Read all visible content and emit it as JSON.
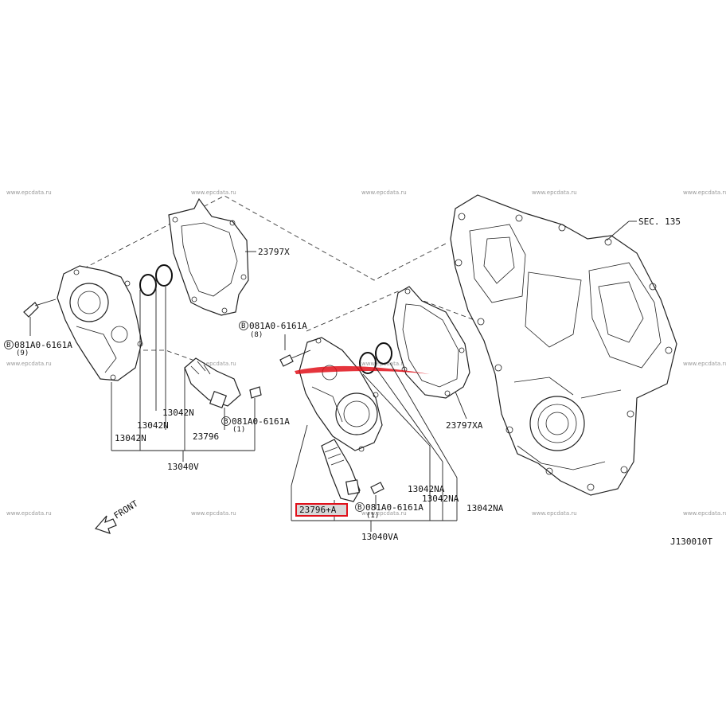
{
  "watermark": "www.epcdata.ru",
  "labels": {
    "sec": "SEC. 135",
    "gasket_x": "23797X",
    "gasket_xa": "23797XA",
    "bolt_top_code": "081A0-6161A",
    "bolt_top_qty": "(8)",
    "bolt_left_code": "081A0-6161A",
    "bolt_left_qty": "(9)",
    "bolt_mid_code": "081A0-6161A",
    "bolt_mid_qty": "(1)",
    "bolt_bot_code": "081A0-6161A",
    "bolt_bot_qty": "(1)",
    "oring_n_a": "13042N",
    "oring_n_b": "13042N",
    "oring_n_c": "13042N",
    "solenoid_left": "23796",
    "assy_left": "13040V",
    "oring_na_a": "13042NA",
    "oring_na_b": "13042NA",
    "oring_na_c": "13042NA",
    "solenoid_right": "23796+A",
    "assy_right": "13040VA",
    "front": "FRONT",
    "diagram_code": "J130010T",
    "bolt_marker": "B"
  },
  "colors": {
    "highlight": "#e0101a",
    "line": "#222222",
    "watermark": "#9a9a9a"
  }
}
